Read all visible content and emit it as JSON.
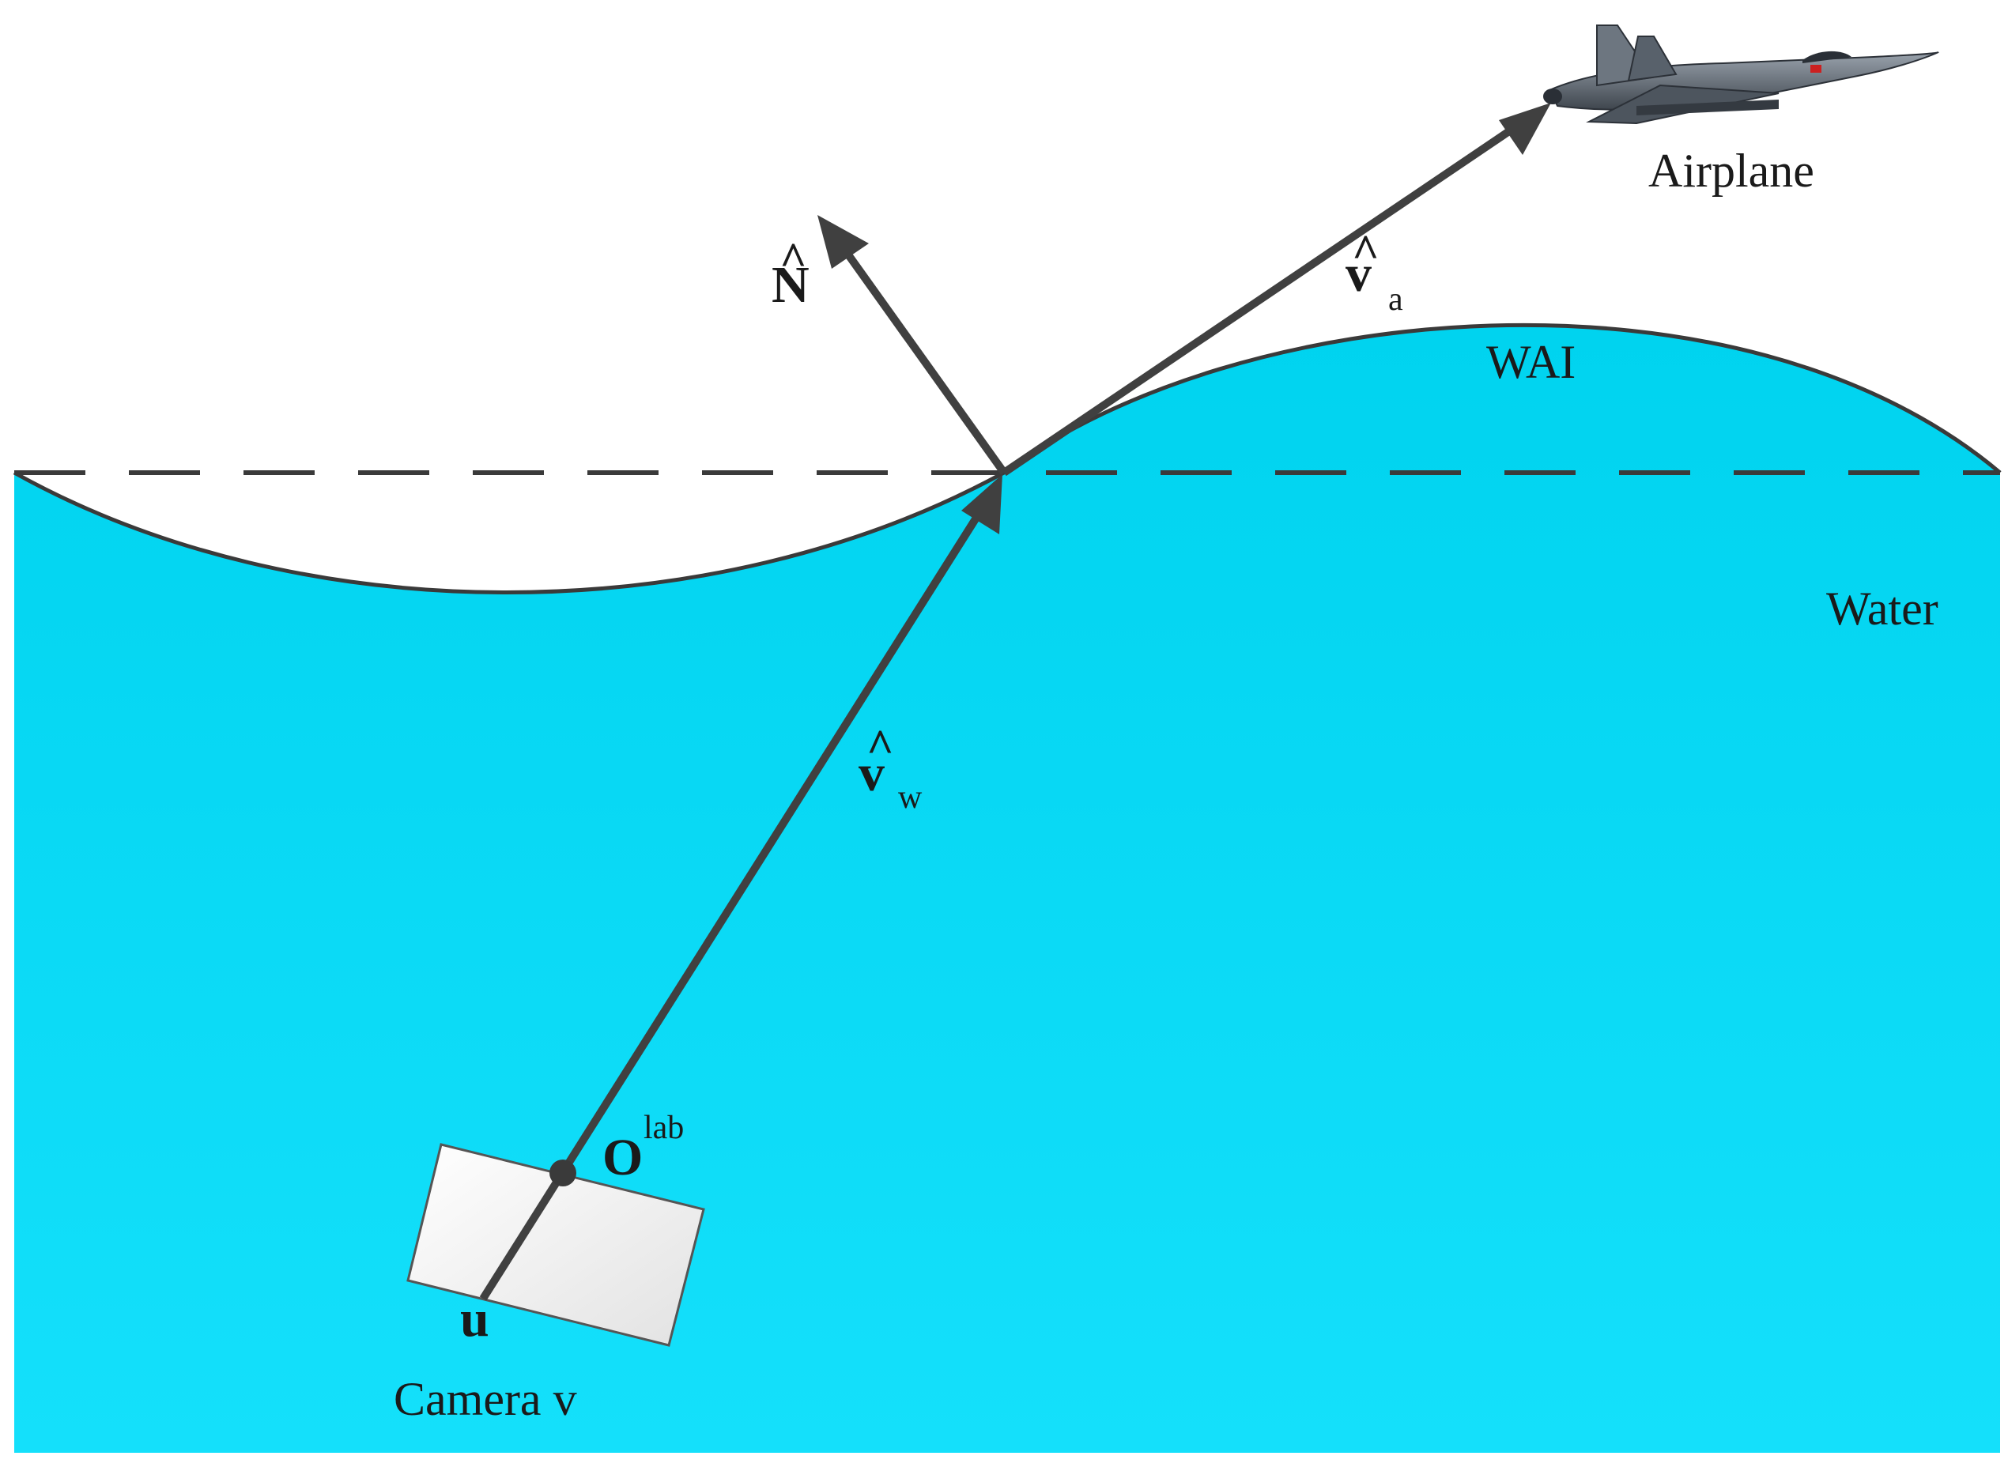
{
  "labels": {
    "airplane": "Airplane",
    "wai": "WAI",
    "water": "Water",
    "camera": "Camera v",
    "normal": "N",
    "normal_hat": "^",
    "v_air": "v",
    "v_air_hat": "^",
    "v_air_sub": "a",
    "v_water": "v",
    "v_water_hat": "^",
    "v_water_sub": "w",
    "origin": "O",
    "origin_sup": "lab",
    "pixel": "u"
  },
  "colors": {
    "water_top": "#00d3ef",
    "water_bottom": "#14e0fb",
    "line": "#3a3a3a",
    "arrow": "#404040",
    "camera_fill": "#f4f4f4",
    "camera_stroke": "#555555"
  },
  "icons": {
    "airplane": "fighter-jet-icon",
    "camera": "camera-box-icon"
  }
}
